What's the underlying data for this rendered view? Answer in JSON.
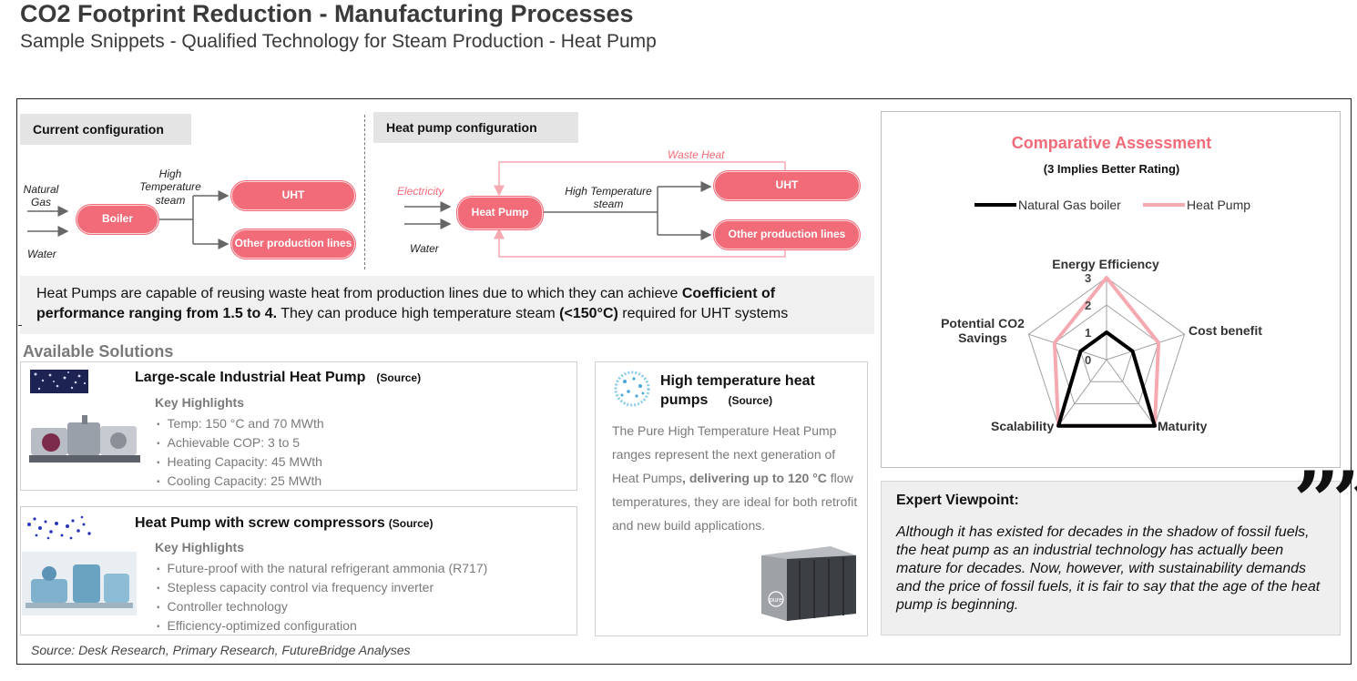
{
  "header": {
    "title": "CO2 Footprint Reduction - Manufacturing Processes",
    "subtitle": "Sample Snippets - Qualified Technology for Steam Production - Heat Pump"
  },
  "current_config": {
    "tab": "Current configuration",
    "natural_gas": "Natural Gas",
    "water": "Water",
    "boiler": "Boiler",
    "steam": "High Temperature steam",
    "uht": "UHT",
    "other": "Other production lines"
  },
  "heat_pump_config": {
    "tab": "Heat pump configuration",
    "waste_heat": "Waste Heat",
    "electricity": "Electricity",
    "water": "Water",
    "heat_pump": "Heat Pump",
    "steam": "High Temperature steam",
    "uht": "UHT",
    "other": "Other production lines"
  },
  "description": {
    "part1": "Heat Pumps are capable of reusing waste heat from production lines due to which they can achieve ",
    "bold1": "Coefficient of performance ranging from 1.5 to 4.",
    "part2": " They can produce high temperature steam ",
    "bold2": "(<150°C)",
    "part3": " required for UHT systems"
  },
  "solutions": {
    "section_title": "Available Solutions",
    "card1": {
      "title": "Large-scale Industrial Heat Pump",
      "source": "(Source)",
      "highlights_label": "Key Highlights",
      "bullets": [
        "Temp: 150 °C and 70 MWth",
        "Achievable COP: 3 to 5",
        "Heating Capacity: 45 MWth",
        "Cooling Capacity: 25 MWth"
      ]
    },
    "card2": {
      "title": "Heat Pump with screw compressors",
      "source": "(Source)",
      "highlights_label": "Key Highlights",
      "bullets": [
        "Future-proof with the natural refrigerant ammonia (R717)",
        "Stepless capacity control via frequency inverter",
        "Controller technology",
        "Efficiency-optimized configuration"
      ]
    },
    "card3": {
      "title_line1": "High temperature heat",
      "title_line2": "pumps",
      "source": "(Source)",
      "body1": "The Pure High Temperature Heat Pump ranges represent the next generation of Heat Pumps",
      "body_bold": ", delivering up to 120 °C",
      "body2": " flow temperatures, they are ideal for both retrofit and new build applications.",
      "unit_logo": "pure"
    }
  },
  "assessment": {
    "title": "Comparative Assessment",
    "subtitle": "(3 Implies Better Rating)",
    "legend_gas": "Natural Gas boiler",
    "legend_hp": "Heat Pump",
    "colors": {
      "gas": "#000000",
      "hp": "#f5a9b1",
      "accent": "#f26b78"
    },
    "chart_data": {
      "type": "radar",
      "axes": [
        "Energy Efficiency",
        "Cost benefit",
        "Maturity",
        "Scalability",
        "Potential CO2 Savings"
      ],
      "tick_labels": [
        "0",
        "1",
        "2",
        "3"
      ],
      "range": [
        0,
        3
      ],
      "series": [
        {
          "name": "Natural Gas boiler",
          "values": [
            1,
            1,
            3,
            3,
            1
          ]
        },
        {
          "name": "Heat Pump",
          "values": [
            3,
            2,
            3,
            3,
            2
          ]
        }
      ]
    }
  },
  "expert": {
    "title": "Expert Viewpoint:",
    "text": "Although it has existed for decades in the shadow of fossil fuels, the heat pump as an industrial technology has actually been mature for decades. Now, however, with sustainability demands and the price of fossil fuels, it is fair to say that the age of the heat pump is beginning.",
    "quote_mark": "”"
  },
  "footer": {
    "source": "Source: Desk Research, Primary Research, FutureBridge Analyses"
  }
}
